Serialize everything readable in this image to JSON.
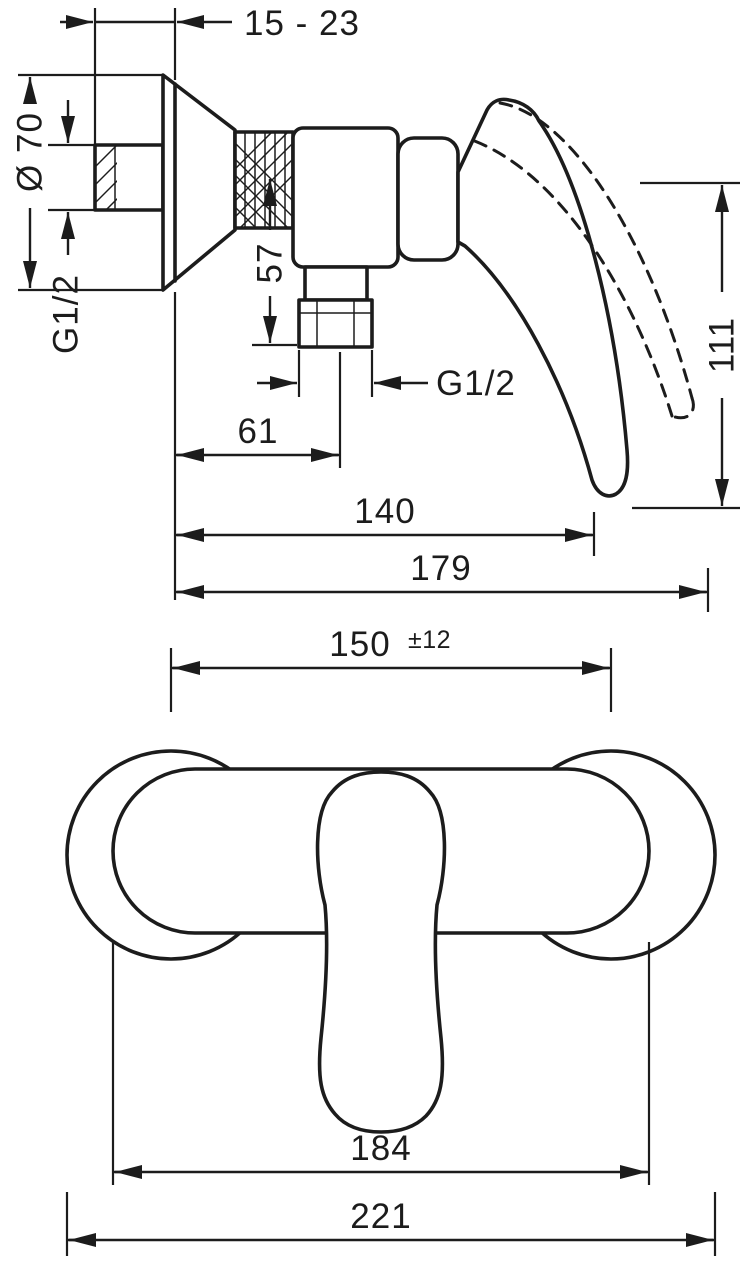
{
  "colors": {
    "line": "#1c1c1c",
    "background": "#ffffff"
  },
  "side_view": {
    "dims": {
      "wall_depth": "15 - 23",
      "escutcheon_diameter": "Ø 70",
      "inlet_thread": "G1/2",
      "outlet_height": "57",
      "outlet_thread": "G1/2",
      "wall_to_outlet": "61",
      "handle_sweep_height": "111",
      "depth_to_outlet_face": "140",
      "overall_depth": "179"
    }
  },
  "front_view": {
    "dims": {
      "connection_center_distance": "150",
      "connection_tolerance": "±12",
      "body_width": "184",
      "overall_width": "221"
    }
  }
}
